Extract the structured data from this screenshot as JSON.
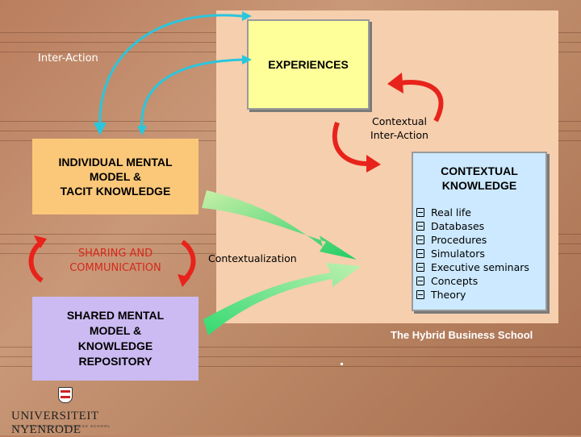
{
  "diagram": {
    "experiences": "EXPERIENCES",
    "inter_action": "Inter-Action",
    "contextual_inter_action": [
      "Contextual",
      "Inter-Action"
    ],
    "individual": [
      "INDIVIDUAL MENTAL",
      "MODEL &",
      "TACIT KNOWLEDGE"
    ],
    "sharing": [
      "SHARING AND",
      "COMMUNICATION"
    ],
    "shared": [
      "SHARED MENTAL",
      "MODEL &",
      "KNOWLEDGE",
      "REPOSITORY"
    ],
    "contextual_knowledge": [
      "CONTEXTUAL",
      "KNOWLEDGE"
    ],
    "contextual_items": [
      "Real life",
      "Databases",
      "Procedures",
      "Simulators",
      "Executive seminars",
      "Concepts",
      "Theory"
    ],
    "contextualization": "Contextualization",
    "hybrid": "The Hybrid Business School"
  },
  "logo": {
    "name": "UNIVERSITEIT NYENRODE",
    "tagline": "THE NETHERLANDS BUSINESS SCHOOL"
  },
  "colors": {
    "experiences": "#ffff99",
    "individual": "#fbc87a",
    "shared": "#ccbbf2",
    "contextual": "#cce9ff",
    "panel": "#f6cfae",
    "arrow_red": "#e8231b",
    "arrow_green": "#33d973",
    "arrow_cyan": "#2ac6dc"
  }
}
